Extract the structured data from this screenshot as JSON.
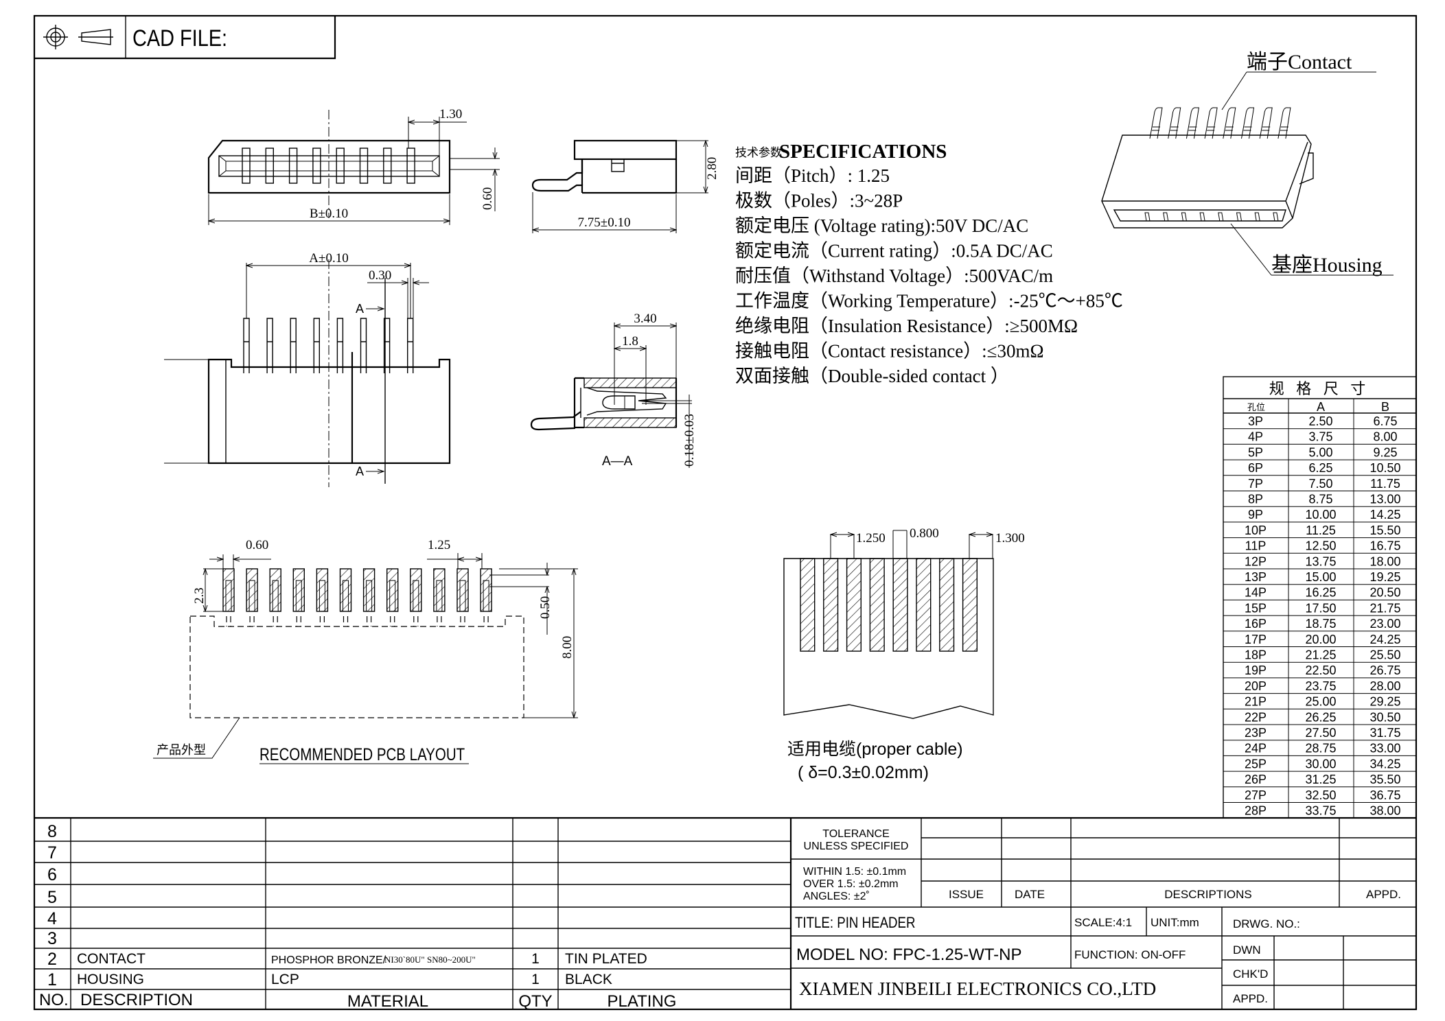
{
  "header": {
    "cad_file_label": "CAD FILE:",
    "projection_icon": "first-angle-projection-icon"
  },
  "specifications": {
    "title_cn": "技术参数",
    "title": "SPECIFICATIONS",
    "lines": [
      "间距（Pitch）:  1.25",
      "极数（Poles）:3~28P",
      "额定电压 (Voltage rating):50V DC/AC",
      "额定电流（Current rating）:0.5A DC/AC",
      "耐压值（Withstand Voltage）:500VAC/m",
      "工作温度（Working Temperature）:-25℃～+85℃",
      "绝缘电阻（Insulation Resistance）:≥500MΩ",
      "接触电阻（Contact resistance）:≤30mΩ",
      "双面接触（Double-sided contact ）"
    ]
  },
  "callouts": {
    "contact": "端子Contact",
    "housing": "基座Housing",
    "product_outline": "产品外型"
  },
  "dimensions": {
    "front_pitch_offset": "1.30",
    "front_width": "B±0.10",
    "front_slot": "0.60",
    "side_height": "2.80",
    "side_depth": "7.75±0.10",
    "top_span": "A±0.10",
    "top_pin_width": "0.30",
    "section_mark": "A",
    "section_depth": "3.40",
    "section_contact": "1.8",
    "section_gap": "0.18±0.03",
    "section_title": "A—A",
    "pcb_pad_width": "0.60",
    "pcb_pitch": "1.25",
    "pcb_pad_length": "2.3",
    "pcb_offset": "0.50",
    "pcb_depth": "8.00",
    "cable_pitch": "1.250",
    "cable_conductor": "0.800",
    "cable_edge": "1.300"
  },
  "pcb_layout": {
    "title": "RECOMMENDED PCB LAYOUT"
  },
  "cable": {
    "title": "适用电缆(proper cable)",
    "thickness": "( δ=0.3±0.02mm)"
  },
  "size_table": {
    "title": "规 格 尺 寸",
    "headers": [
      "孔位",
      "A",
      "B"
    ],
    "rows": [
      [
        "3P",
        "2.50",
        "6.75"
      ],
      [
        "4P",
        "3.75",
        "8.00"
      ],
      [
        "5P",
        "5.00",
        "9.25"
      ],
      [
        "6P",
        "6.25",
        "10.50"
      ],
      [
        "7P",
        "7.50",
        "11.75"
      ],
      [
        "8P",
        "8.75",
        "13.00"
      ],
      [
        "9P",
        "10.00",
        "14.25"
      ],
      [
        "10P",
        "11.25",
        "15.50"
      ],
      [
        "11P",
        "12.50",
        "16.75"
      ],
      [
        "12P",
        "13.75",
        "18.00"
      ],
      [
        "13P",
        "15.00",
        "19.25"
      ],
      [
        "14P",
        "16.25",
        "20.50"
      ],
      [
        "15P",
        "17.50",
        "21.75"
      ],
      [
        "16P",
        "18.75",
        "23.00"
      ],
      [
        "17P",
        "20.00",
        "24.25"
      ],
      [
        "18P",
        "21.25",
        "25.50"
      ],
      [
        "19P",
        "22.50",
        "26.75"
      ],
      [
        "20P",
        "23.75",
        "28.00"
      ],
      [
        "21P",
        "25.00",
        "29.25"
      ],
      [
        "22P",
        "26.25",
        "30.50"
      ],
      [
        "23P",
        "27.50",
        "31.75"
      ],
      [
        "24P",
        "28.75",
        "33.00"
      ],
      [
        "25P",
        "30.00",
        "34.25"
      ],
      [
        "26P",
        "31.25",
        "35.50"
      ],
      [
        "27P",
        "32.50",
        "36.75"
      ],
      [
        "28P",
        "33.75",
        "38.00"
      ]
    ]
  },
  "bom": {
    "headers": {
      "no": "NO.",
      "description": "DESCRIPTION",
      "material": "MATERIAL",
      "qty": "QTY",
      "plating": "PLATING"
    },
    "rows": [
      {
        "no": "8",
        "description": "",
        "material": "",
        "material_note": "",
        "qty": "",
        "plating": ""
      },
      {
        "no": "7",
        "description": "",
        "material": "",
        "material_note": "",
        "qty": "",
        "plating": ""
      },
      {
        "no": "6",
        "description": "",
        "material": "",
        "material_note": "",
        "qty": "",
        "plating": ""
      },
      {
        "no": "5",
        "description": "",
        "material": "",
        "material_note": "",
        "qty": "",
        "plating": ""
      },
      {
        "no": "4",
        "description": "",
        "material": "",
        "material_note": "",
        "qty": "",
        "plating": ""
      },
      {
        "no": "3",
        "description": "",
        "material": "",
        "material_note": "",
        "qty": "",
        "plating": ""
      },
      {
        "no": "2",
        "description": "CONTACT",
        "material": "PHOSPHOR BRONZE/",
        "material_note": "NI30`80U\" SN80~200U\"",
        "qty": "1",
        "plating": "TIN PLATED"
      },
      {
        "no": "1",
        "description": "HOUSING",
        "material": "LCP",
        "material_note": "",
        "qty": "1",
        "plating": "BLACK"
      }
    ]
  },
  "title_block": {
    "tolerance_line1": "TOLERANCE",
    "tolerance_line2": "UNLESS SPECIFIED",
    "within": "WITHIN 1.5: ±0.1mm",
    "over": "OVER 1.5:  ±0.2mm",
    "angles": "ANGLES: ±2˚",
    "issue": "ISSUE",
    "date": "DATE",
    "descriptions": "DESCRIPTIONS",
    "appd_header": "APPD.",
    "title": "TITLE: PIN HEADER",
    "scale": "SCALE:4:1",
    "unit": "UNIT:mm",
    "drwg_no": "DRWG. NO.:",
    "model_no": "MODEL NO:  FPC-1.25-WT-NP",
    "function": "FUNCTION: ON-OFF",
    "dwn": "DWN",
    "chkd": "CHK'D",
    "appd": "APPD.",
    "company": "XIAMEN JINBEILI ELECTRONICS CO.,LTD"
  },
  "colors": {
    "ink": "#000000",
    "note_blue": "#1f3f8f",
    "paper": "#ffffff"
  }
}
